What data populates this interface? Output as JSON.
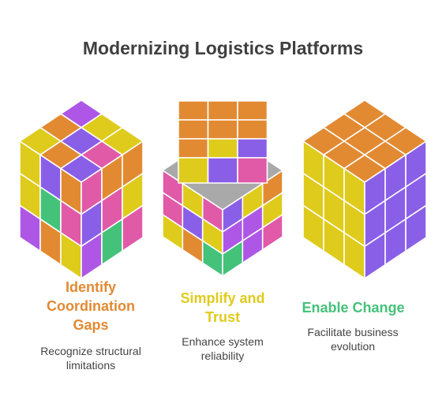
{
  "title": "Modernizing Logistics Platforms",
  "colors": {
    "orange": "#E28A32",
    "yellow": "#DFCB1C",
    "purple": "#8A5FE8",
    "violet": "#AE57E6",
    "pink": "#E15AA8",
    "green": "#44C27A",
    "gray": "#A9A9A9"
  },
  "cubes": [
    {
      "heading": "Identify Coordination Gaps",
      "heading_lines": [
        "Identify",
        "Coordination",
        "Gaps"
      ],
      "heading_color": "#E28A32",
      "description_lines": [
        "Recognize structural",
        "limitations"
      ]
    },
    {
      "heading": "Simplify and Trust",
      "heading_lines": [
        "Simplify and",
        "Trust"
      ],
      "heading_color": "#DFCB1C",
      "description_lines": [
        "Enhance system",
        "reliability"
      ]
    },
    {
      "heading": "Enable Change",
      "heading_lines": [
        "Enable Change"
      ],
      "heading_color": "#44C27A",
      "description_lines": [
        "Facilitate business",
        "evolution"
      ]
    }
  ]
}
